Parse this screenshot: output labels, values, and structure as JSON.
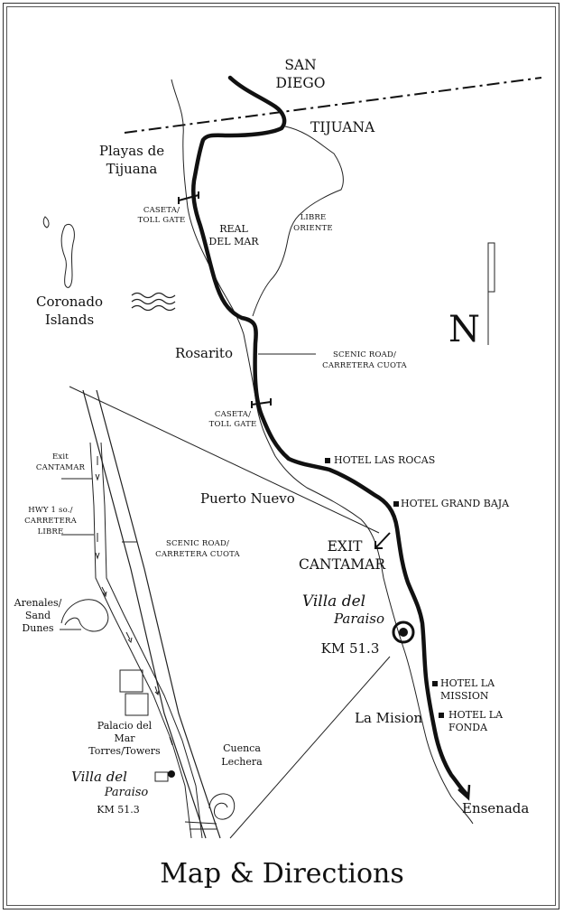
{
  "title": "Map & Directions",
  "north": "N",
  "labels": {
    "san_diego_1": "SAN",
    "san_diego_2": "DIEGO",
    "tijuana": "TIJUANA",
    "playas_1": "Playas de",
    "playas_2": "Tijuana",
    "caseta1_1": "CASETA/",
    "caseta1_2": "TOLL GATE",
    "real_1": "REAL",
    "real_2": "DEL MAR",
    "libre_1": "LIBRE",
    "libre_2": "ORIENTE",
    "coronado_1": "Coronado",
    "coronado_2": "Islands",
    "rosarito": "Rosarito",
    "scenic1_1": "SCENIC ROAD/",
    "scenic1_2": "CARRETERA CUOTA",
    "caseta2_1": "CASETA/",
    "caseta2_2": "TOLL GATE",
    "hotel_rocas": "HOTEL LAS ROCAS",
    "puerto_nuevo": "Puerto Nuevo",
    "hotel_grand": "HOTEL GRAND BAJA",
    "exit_1": "EXIT",
    "exit_2": "CANTAMAR",
    "villa1_1": "Villa del",
    "villa1_2": "Paraiso",
    "km1": "KM 51.3",
    "hotel_mission_1": "HOTEL LA",
    "hotel_mission_2": "MISSION",
    "la_mision": "La Mision",
    "hotel_fonda_1": "HOTEL LA",
    "hotel_fonda_2": "FONDA",
    "ensenada": "Ensenada",
    "exit_small_1": "Exit",
    "exit_small_2": "CANTAMAR",
    "hwy_1": "HWY 1 so./",
    "hwy_2": "CARRETERA",
    "hwy_3": "LIBRE",
    "scenic2_1": "SCENIC ROAD/",
    "scenic2_2": "CARRETERA CUOTA",
    "arenales_1": "Arenales/",
    "arenales_2": "Sand",
    "arenales_3": "Dunes",
    "palacio_1": "Palacio del",
    "palacio_2": "Mar",
    "palacio_3": "Torres/Towers",
    "cuenca_1": "Cuenca",
    "cuenca_2": "Lechera",
    "villa2_1": "Villa del",
    "villa2_2": "Paraiso",
    "km2": "KM 51.3"
  }
}
